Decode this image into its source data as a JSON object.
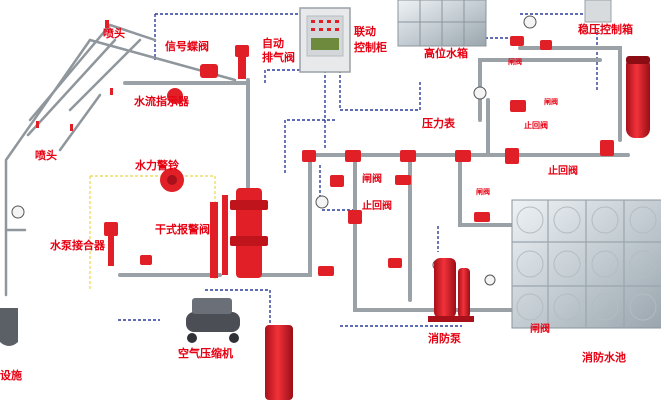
{
  "labels": {
    "spray_head_top": "喷头",
    "signal_butterfly_valve": "信号蝶阀",
    "auto_exhaust_valve_1": "自动",
    "auto_exhaust_valve_2": "排气阀",
    "linkage_cabinet_1": "联动",
    "linkage_cabinet_2": "控制柜",
    "high_tank": "高位水箱",
    "pressure_cabinet": "稳压控制箱",
    "flow_indicator": "水流指示器",
    "hydraulic_alarm_bell": "水力警铃",
    "spray_head_left": "喷头",
    "dry_alarm_valve": "干式报警阀",
    "pump_adapter": "水泵接合器",
    "air_compressor": "空气压缩机",
    "end_device": "设施",
    "pressure_gauge": "压力表",
    "check_valve_top": "止回阀",
    "check_valve_right": "止回阀",
    "gate_valve_1": "闸阀",
    "gate_valve_2": "闸阀",
    "gate_valve_3": "闸阀",
    "gate_valve_right": "闸阀",
    "check_valve_mid": "止回阀",
    "fire_pump": "消防泵",
    "gate_valve_bottom": "闸阀",
    "fire_pool": "消防水池"
  },
  "colors": {
    "label": "#e60012",
    "pipe_gray": "#8f969c",
    "pipe_red": "#e01f26",
    "dashed_blue": "#2b3c9a",
    "dashed_yellow": "#e8d84c",
    "tank_steel": "#c9d2d8"
  }
}
